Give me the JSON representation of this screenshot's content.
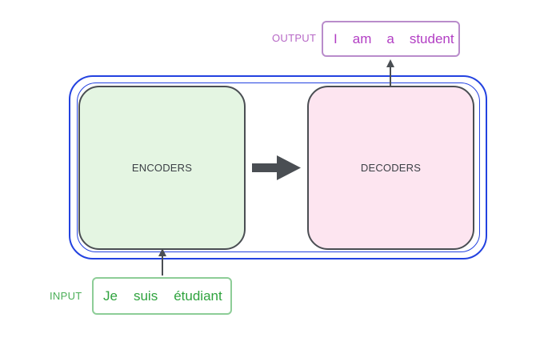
{
  "output": {
    "label": "OUTPUT",
    "tokens": [
      "I",
      "am",
      "a",
      "student"
    ]
  },
  "encoders": {
    "label": "ENCODERS"
  },
  "decoders": {
    "label": "DECODERS"
  },
  "input": {
    "label": "INPUT",
    "tokens": [
      "Je",
      "suis",
      "étudiant"
    ]
  },
  "colors": {
    "container_border": "#2342e0",
    "encoder_fill": "#e4f5e2",
    "decoder_fill": "#fde5f0",
    "block_border": "#4a4e53",
    "arrow": "#4a4e53",
    "output_text": "#b23ec4",
    "output_border": "#b98ccb",
    "input_text": "#2fa33e",
    "input_border": "#8dcd97"
  }
}
